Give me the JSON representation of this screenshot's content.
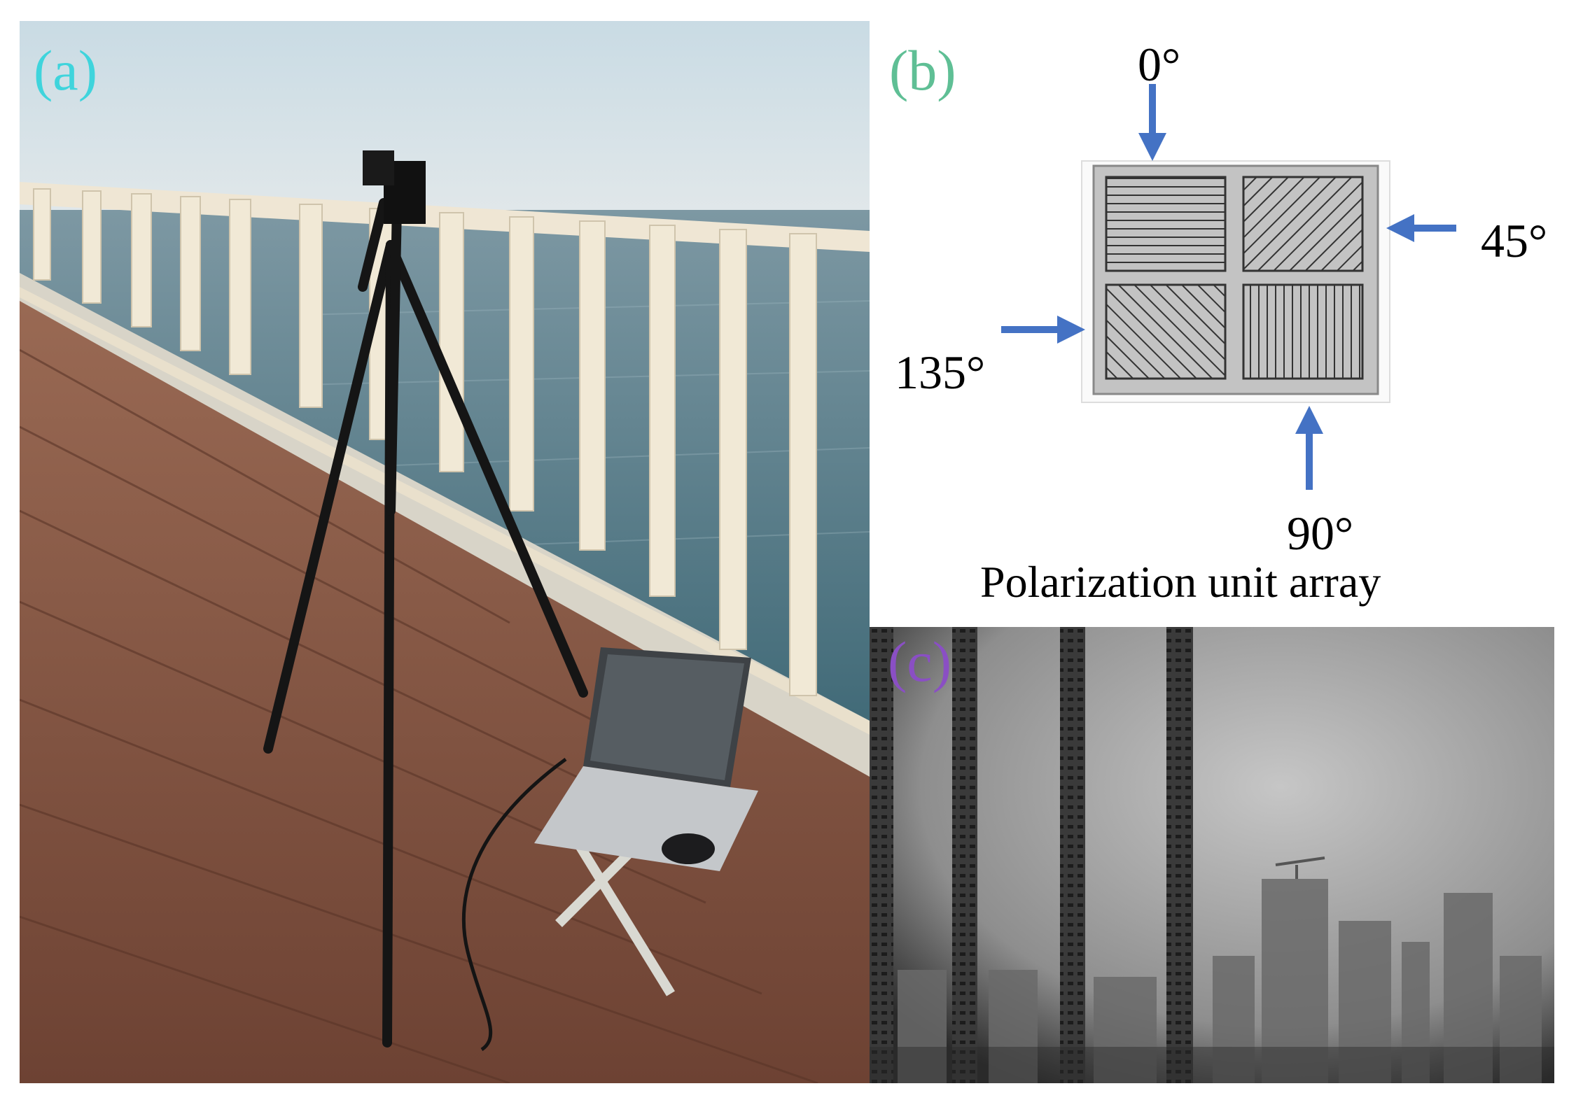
{
  "panel_a": {
    "label": "(a)",
    "label_color": "#3fd4dc"
  },
  "panel_b": {
    "label": "(b)",
    "label_color": "#5fbf95",
    "angles": {
      "top": "0°",
      "right": "45°",
      "left": "135°",
      "bottom": "90°"
    },
    "caption": "Polarization unit array",
    "arrow_color": "#4472c4"
  },
  "panel_c": {
    "label": "(c)",
    "label_color": "#8a4fc4"
  }
}
